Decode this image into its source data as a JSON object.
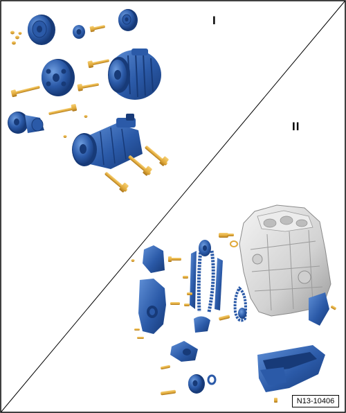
{
  "figure": {
    "section_one_label": "I",
    "section_two_label": "II",
    "figure_id": "N13-10406"
  },
  "colors": {
    "part_blue": "#2b5aa8",
    "part_blue_dark": "#173a78",
    "part_blue_light": "#5f8fd6",
    "bolt_gold": "#e0a93a",
    "bolt_gold_dark": "#a9741a",
    "block_grey": "#dcdcdc",
    "block_grey_dark": "#9a9a9a",
    "frame": "#000000"
  },
  "parts": {
    "section_one": [
      "pulley-icon",
      "idler-pulley-icon",
      "alternator-icon",
      "tensioner-icon",
      "ac-compressor-icon",
      "bolt-icon"
    ],
    "section_two": [
      "engine-block-icon",
      "timing-chain-icon",
      "timing-cover-icon",
      "oil-pump-icon",
      "oil-pan-icon",
      "sprocket-icon",
      "engine-mount-icon",
      "bolt-icon"
    ]
  }
}
